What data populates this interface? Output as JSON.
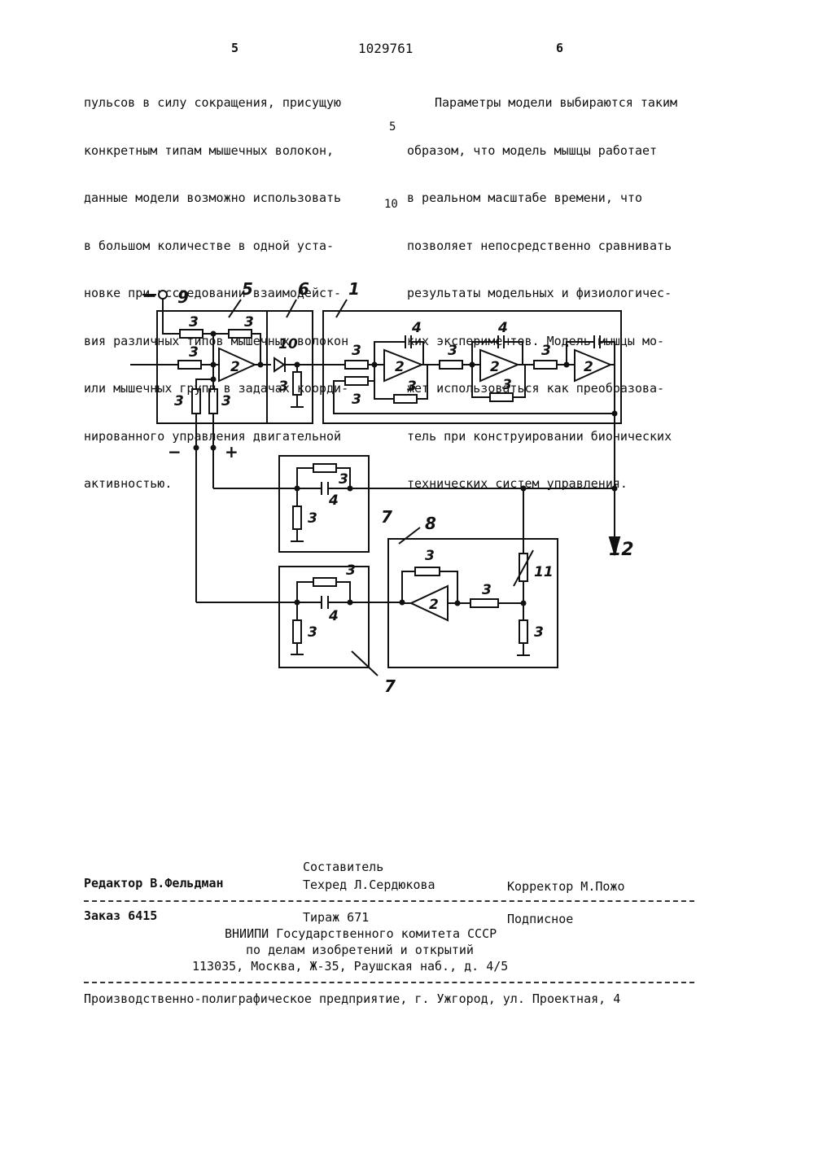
{
  "header": {
    "page_left": "5",
    "patent_number": "1029761",
    "page_right": "6"
  },
  "left_column": [
    "пульсов в силу сокращения, присущую",
    "конкретным типам мышечных волокон,",
    "данные модели возможно использовать",
    "в большом количестве в одной уста-",
    "новке при исследовании взаимодейст-",
    "вия различных типов мышечных волокон",
    "или мышечных групп в задачах коорди-",
    "нированного управления двигательной",
    "активностью."
  ],
  "right_column": [
    "Параметры модели выбираются таким",
    "образом, что модель мышцы работает",
    "в реальном масштабе времени, что",
    "позволяет непосредственно сравнивать",
    "результаты модельных и физиологичес-",
    "ких экспериментов. Модель мышцы мо-",
    "жет использоваться как преобразова-",
    "тель при конструировании бионических",
    "технических систем управления."
  ],
  "line_numbers": {
    "n5": "5",
    "n10": "10"
  },
  "schematic": {
    "labels": {
      "minus_sign": "−",
      "plus_sign": "+",
      "terminal": "9",
      "block5": "5",
      "block6": "6",
      "block1": "1",
      "block7a": "7",
      "block7b": "7",
      "block8": "8",
      "diode": "10",
      "varistor": "11",
      "output": "12",
      "resistor": "3",
      "capacitor": "4",
      "amplifier": "2"
    }
  },
  "footer": {
    "compiler": "Составитель",
    "editor": "Редактор В.Фельдман",
    "techred": "Техред Л.Сердюкова",
    "corrector": "Корректор М.Пожо",
    "order": "Заказ 6415",
    "circulation": "Тираж 671",
    "subscription": "Подписное",
    "org1": "ВНИИПИ Государственного комитета СССР",
    "org2": "по делам изобретений и открытий",
    "address": "113035, Москва, Ж-35, Раушская наб., д. 4/5",
    "printer": "Производственно-полиграфическое предприятие, г. Ужгород, ул. Проектная, 4"
  }
}
